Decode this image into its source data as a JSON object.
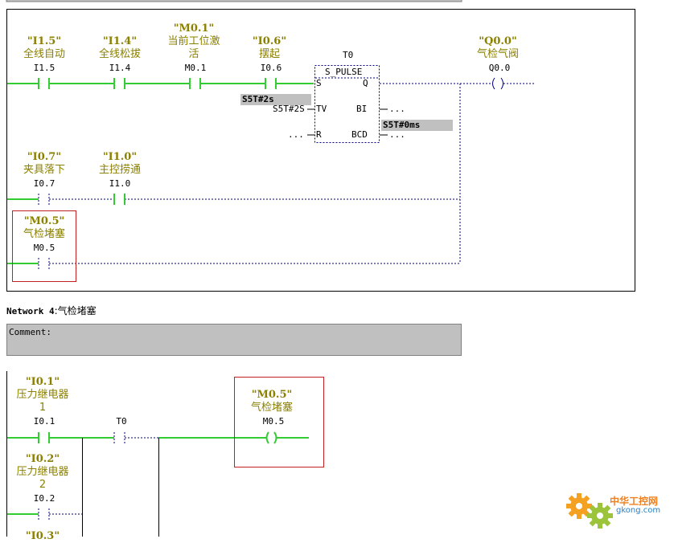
{
  "network3": {
    "elements": {
      "i15": {
        "symbol": "I1.5",
        "comment": "全线自动",
        "address": "I1.5"
      },
      "i14": {
        "symbol": "I1.4",
        "comment": "全线松拔",
        "address": "I1.4"
      },
      "m01": {
        "symbol": "M0.1",
        "comment": "当前工位激",
        "comment2": "活",
        "address": "M0.1"
      },
      "i06": {
        "symbol": "I0.6",
        "comment": "摆起",
        "address": "I0.6"
      },
      "q00": {
        "symbol": "Q0.0",
        "comment": "气检气阀",
        "address": "Q0.0"
      },
      "i07": {
        "symbol": "I0.7",
        "comment": "夹具落下",
        "address": "I0.7"
      },
      "i10": {
        "symbol": "I1.0",
        "comment": "主控捞通",
        "address": "I1.0"
      },
      "m05": {
        "symbol": "M0.5",
        "comment": "气检堵塞",
        "address": "M0.5"
      }
    },
    "timer": {
      "name": "T0",
      "type": "S_PULSE",
      "pin_s": "S",
      "pin_q": "Q",
      "pin_tv": "TV",
      "pin_bi": "BI",
      "pin_r": "R",
      "pin_bcd": "BCD",
      "tv_actual": "S5T#2s",
      "tv_value": "S5T#2S",
      "bi_out": "...",
      "bcd_out": "...",
      "r_in": "...",
      "bcd_actual": "S5T#0ms"
    }
  },
  "network4": {
    "label": "Network 4",
    "separator": ":",
    "title": "气检堵塞",
    "comment_label": "Comment:",
    "elements": {
      "i01": {
        "symbol": "I0.1",
        "comment": "压力继电器",
        "comment2": "1",
        "address": "I0.1"
      },
      "t0": {
        "address": "T0"
      },
      "m05": {
        "symbol": "M0.5",
        "comment": "气检堵塞",
        "address": "M0.5"
      },
      "i02": {
        "symbol": "I0.2",
        "comment": "压力继电器",
        "comment2": "2",
        "address": "I0.2"
      },
      "i03": {
        "symbol": "I0.3"
      }
    }
  },
  "watermark": {
    "brand": "中华工控网",
    "url": "gkong.com"
  },
  "colors": {
    "power_flow": "#33cc33",
    "no_flow": "#000080",
    "symbol": "#8b8000",
    "selection": "#c02020",
    "field": "#c0c0c0"
  }
}
